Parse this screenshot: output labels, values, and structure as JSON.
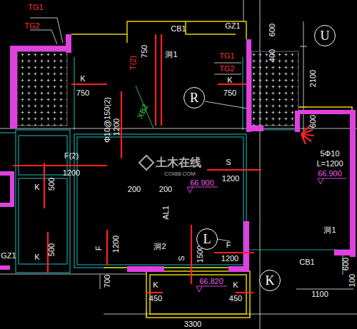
{
  "diagram": {
    "nodes": [
      {
        "text": [
          "U"
        ]
      },
      {
        "text": [
          "R"
        ]
      },
      {
        "text": [
          "L"
        ]
      },
      {
        "text": [
          "K"
        ]
      }
    ],
    "labels": [
      "TG1",
      "TG2",
      "CB1",
      "GZ1",
      "600",
      "400",
      "TG1",
      "TG2",
      "T(2)",
      "750",
      "洞1",
      "K",
      "750",
      "K",
      "750",
      "2100",
      "600",
      "Φ10@150(2)",
      "1200",
      "XB2",
      "F(2)",
      "1200",
      "5Φ10",
      "L=1200",
      "66.900",
      "S",
      "1200",
      "200",
      "200",
      "66.900",
      "AL1",
      "K",
      "500",
      "GZ1",
      "K",
      "500",
      "F",
      "1200",
      "洞2",
      "S",
      "1500",
      "F",
      "1200",
      "洞1",
      "CB1",
      "600",
      "100",
      "K",
      "450",
      "66.820",
      "K",
      "450",
      "700",
      "1100",
      "3300",
      "土木在线",
      "COI88.COM"
    ]
  }
}
